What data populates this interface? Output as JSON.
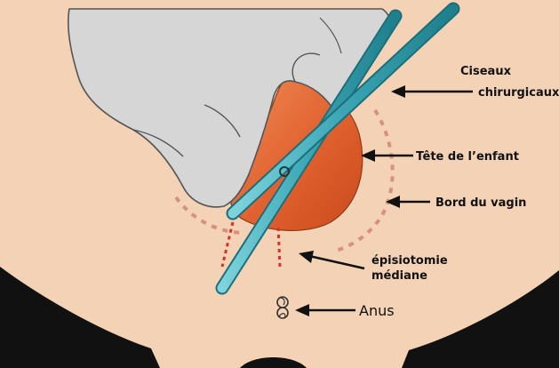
{
  "labels": {
    "scissors_line1": "Ciseaux",
    "scissors_line2": "chirurgicaux",
    "head": "Tête de l’enfant",
    "vagina_edge": "Bord du vagin",
    "episiotomy_line1": "épisiotomie",
    "episiotomy_line2": "médiane",
    "anus": "Anus"
  },
  "colors": {
    "skin": "#f3d2b6",
    "glove": "#d6d6d6",
    "head": "#e0602e",
    "scissors": "#3aa6b4",
    "incision": "#d9302a",
    "vagina_edge": "#d4927f"
  }
}
